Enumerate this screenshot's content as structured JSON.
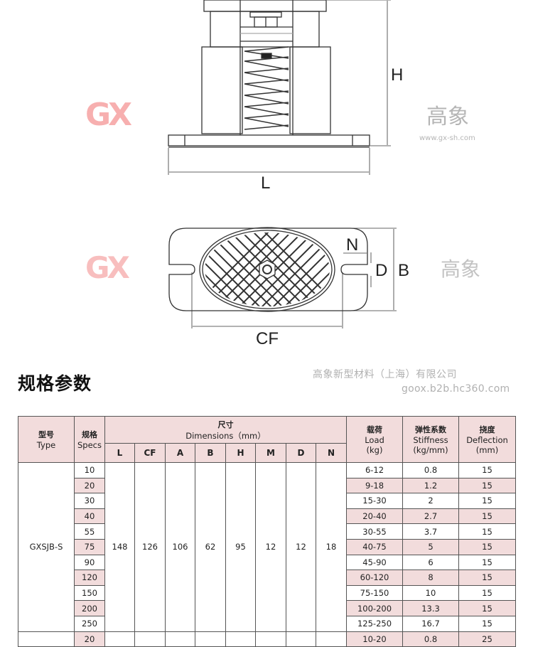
{
  "diagram": {
    "labels": {
      "height": "H",
      "length": "L",
      "n": "N",
      "d": "D",
      "b": "B",
      "cf": "CF"
    },
    "logo": {
      "mark": "GX",
      "name": "高象",
      "url": "www.gx-sh.com"
    },
    "colors": {
      "logo_red": "#f08080",
      "line": "#333333"
    }
  },
  "section_title": "规格参数",
  "table": {
    "headers": {
      "type": {
        "cn": "型号",
        "en": "Type"
      },
      "specs": {
        "cn": "规格",
        "en": "Specs"
      },
      "dimensions": {
        "cn": "尺寸",
        "en": "Dimensions（mm）"
      },
      "dim_cols": [
        "L",
        "CF",
        "A",
        "B",
        "H",
        "M",
        "D",
        "N"
      ],
      "load": {
        "cn": "载荷",
        "en": "Load",
        "unit": "(kg)"
      },
      "stiffness": {
        "cn": "弹性系数",
        "en": "Stiffness",
        "unit": "(kg/mm)"
      },
      "deflection": {
        "cn": "挠度",
        "en": "Deflection",
        "unit": "(mm)"
      }
    },
    "group": {
      "type": "GXSJB-S",
      "dims": {
        "L": "148",
        "CF": "126",
        "A": "106",
        "B": "62",
        "H": "95",
        "M": "12",
        "D": "12",
        "N": "18"
      }
    },
    "rows": [
      {
        "spec": "10",
        "load": "6-12",
        "stiffness": "0.8",
        "deflection": "15"
      },
      {
        "spec": "20",
        "load": "9-18",
        "stiffness": "1.2",
        "deflection": "15"
      },
      {
        "spec": "30",
        "load": "15-30",
        "stiffness": "2",
        "deflection": "15"
      },
      {
        "spec": "40",
        "load": "20-40",
        "stiffness": "2.7",
        "deflection": "15"
      },
      {
        "spec": "55",
        "load": "30-55",
        "stiffness": "3.7",
        "deflection": "15"
      },
      {
        "spec": "75",
        "load": "40-75",
        "stiffness": "5",
        "deflection": "15"
      },
      {
        "spec": "90",
        "load": "45-90",
        "stiffness": "6",
        "deflection": "15"
      },
      {
        "spec": "120",
        "load": "60-120",
        "stiffness": "8",
        "deflection": "15"
      },
      {
        "spec": "150",
        "load": "75-150",
        "stiffness": "10",
        "deflection": "15"
      },
      {
        "spec": "200",
        "load": "100-200",
        "stiffness": "13.3",
        "deflection": "15"
      },
      {
        "spec": "250",
        "load": "125-250",
        "stiffness": "16.7",
        "deflection": "15"
      }
    ],
    "next_row": {
      "spec": "20",
      "load": "10-20",
      "stiffness": "0.8",
      "deflection": "25"
    },
    "colors": {
      "header_bg": "#f2dcdc",
      "alt_row_bg": "#f2dcdc",
      "border": "#555555"
    }
  },
  "watermark": {
    "company": "高象新型材料（上海）有限公司",
    "url": "goox.b2b.hc360.com"
  }
}
